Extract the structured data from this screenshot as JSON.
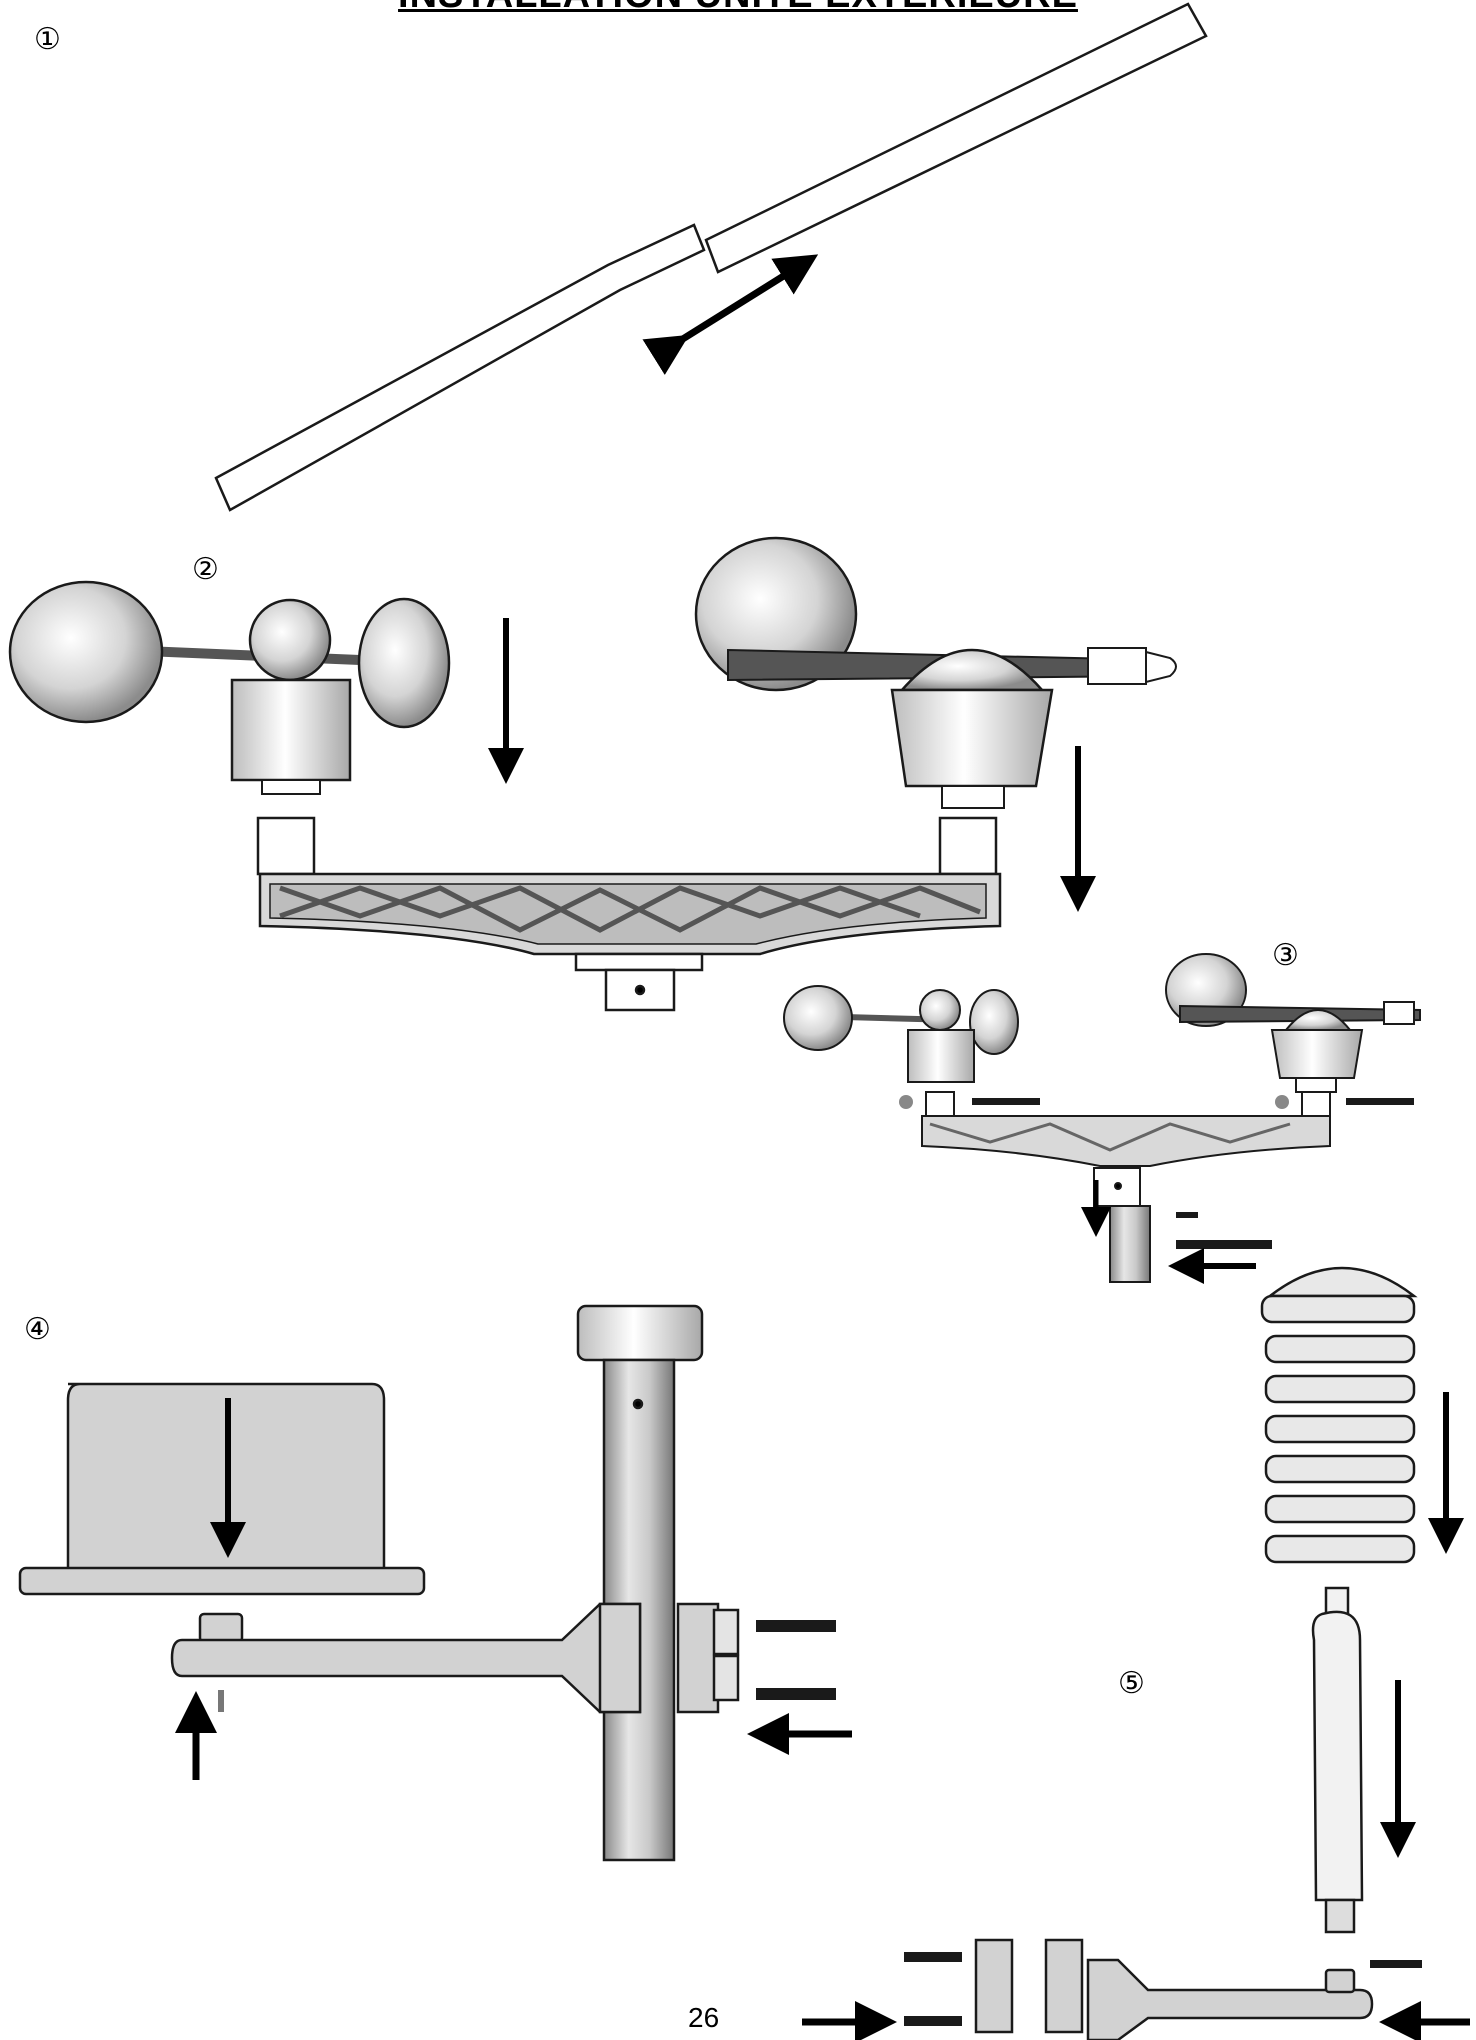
{
  "page_title": "INSTALLATION UNITE EXTERIEURE",
  "steps": [
    "①",
    "②",
    "③",
    "④",
    "⑤"
  ],
  "page_number": "26",
  "colors": {
    "line": "#1a1a1a",
    "fill_light": "#e8e8e8",
    "fill_mid": "#cfcfcf",
    "fill_dark": "#9a9a9a",
    "arrow": "#000000"
  }
}
